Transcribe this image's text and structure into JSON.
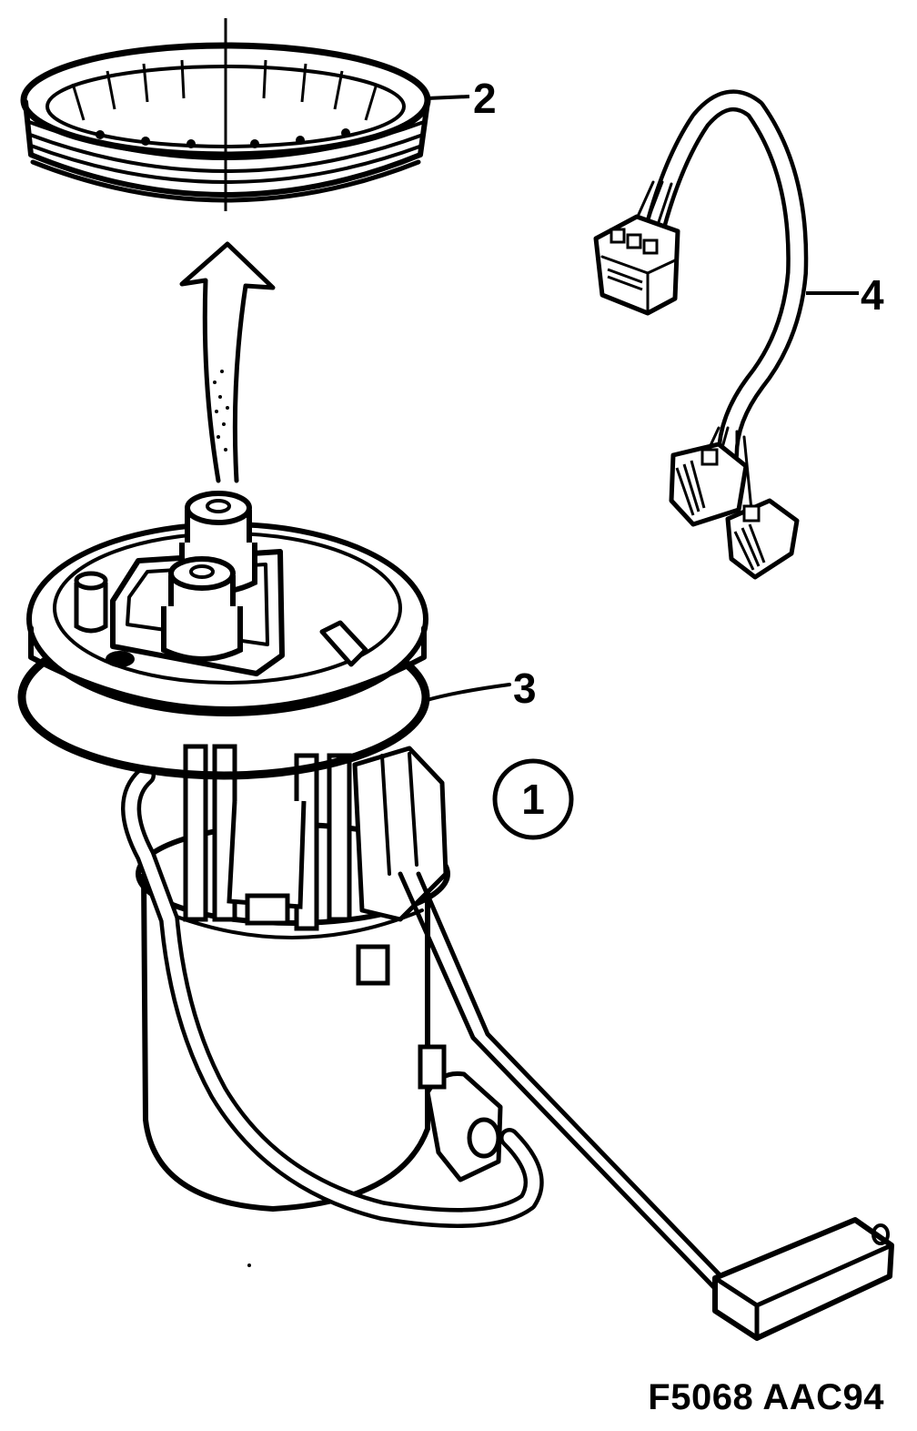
{
  "callouts": {
    "item_1": "1",
    "item_2": "2",
    "item_3": "3",
    "item_4": "4"
  },
  "figure_code": "F5068 AAC94",
  "colors": {
    "line": "#000000",
    "background": "#ffffff"
  }
}
